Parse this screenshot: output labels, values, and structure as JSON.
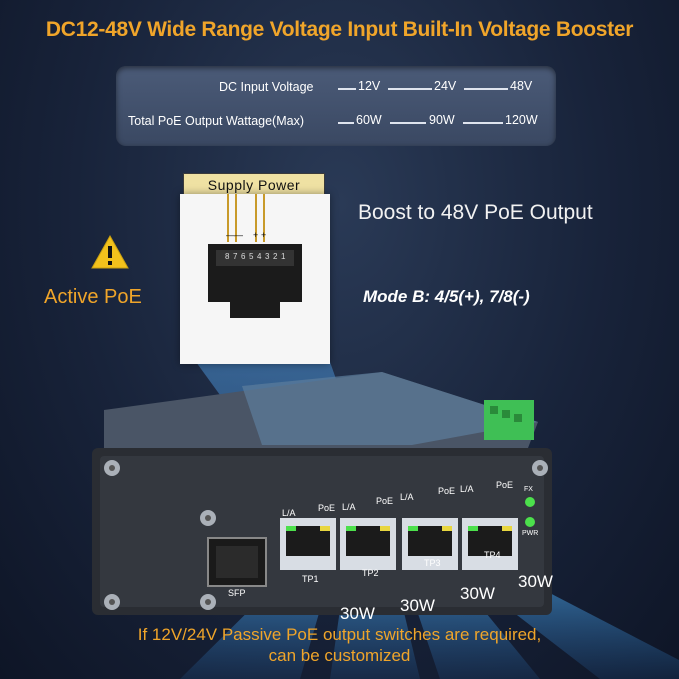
{
  "title": "DC12-48V Wide Range Voltage Input Built-In Voltage Booster",
  "spec": {
    "dc_input_label": "DC Input Voltage",
    "dc_values": [
      "12V",
      "24V",
      "48V"
    ],
    "poe_output_label": "Total PoE Output Wattage(Max)",
    "poe_values": [
      "60W",
      "90W",
      "120W"
    ]
  },
  "connector": {
    "supply_label": "Supply Power",
    "pin_polarity": [
      "—",
      "—",
      "+",
      "+"
    ],
    "pin_numbers": [
      "8",
      "7",
      "6",
      "5",
      "4",
      "3",
      "2",
      "1"
    ]
  },
  "boost_text": "Boost to 48V PoE Output",
  "active_poe": "Active PoE",
  "mode_b": "Mode B: 4/5(+), 7/8(-)",
  "switch": {
    "ports": [
      {
        "la": "L/A",
        "poe": "PoE",
        "name": "TP1"
      },
      {
        "la": "L/A",
        "poe": "PoE",
        "name": "TP2"
      },
      {
        "la": "L/A",
        "poe": "PoE",
        "name": "TP3"
      },
      {
        "la": "L/A",
        "poe": "PoE",
        "name": "TP4"
      }
    ],
    "sfp_label": "SFP",
    "fx_label": "FX",
    "pwr_label": "PWR"
  },
  "wattages": [
    "30W",
    "30W",
    "30W",
    "30W"
  ],
  "footer_line1": "If 12V/24V Passive PoE output switches are required,",
  "footer_line2": "can be customized",
  "colors": {
    "accent": "#f0a52a",
    "terminal_green": "#3fbf55",
    "led_green": "#4ce04c",
    "led_yellow": "#e8d640"
  }
}
